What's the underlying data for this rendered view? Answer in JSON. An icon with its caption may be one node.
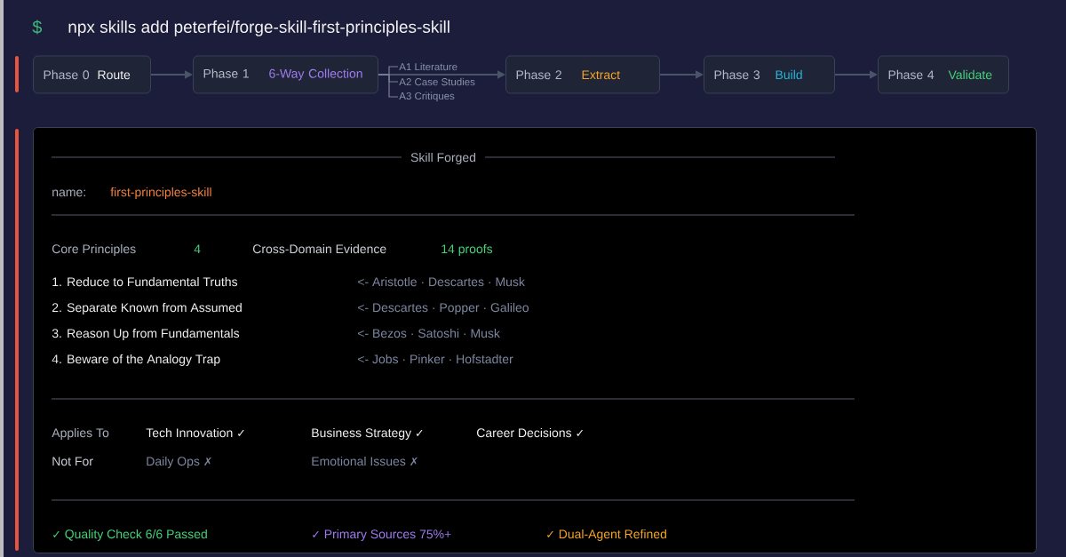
{
  "diagram": {
    "title": "npx skills add peterfei/forge-skill-first-principles-skill",
    "nodes": [
      {
        "text": [
          "Phase 0",
          "Route"
        ]
      },
      {
        "text": [
          "Phase 1",
          "6-Way Collection"
        ]
      },
      {
        "text": [
          "A1 Literature"
        ]
      },
      {
        "text": [
          "A2 Case Studies"
        ]
      },
      {
        "text": [
          "A3 Critiques"
        ]
      },
      {
        "text": [
          "Phase 2",
          "Extract"
        ]
      },
      {
        "text": [
          "Phase 3",
          "Build"
        ]
      },
      {
        "text": [
          "Phase 4",
          "Validate"
        ]
      },
      {
        "text": [
          "Skill Forged"
        ]
      }
    ],
    "edges": [
      {
        "from": 0,
        "to": 1,
        "arrow": "to"
      },
      {
        "from": 1,
        "to": 2,
        "arrow": "none"
      },
      {
        "from": 1,
        "to": 3,
        "arrow": "none"
      },
      {
        "from": 1,
        "to": 4,
        "arrow": "none"
      },
      {
        "from": 1,
        "to": 5,
        "arrow": "to"
      },
      {
        "from": 5,
        "to": 6,
        "arrow": "to"
      },
      {
        "from": 6,
        "to": 7,
        "arrow": "to"
      }
    ],
    "labels": [
      "$",
      "name:",
      "first-principles-skill",
      "Core Principles",
      "4",
      "Cross-Domain Evidence",
      "14 proofs",
      "1. Reduce to Fundamental Truths",
      "<- Aristotle · Descartes · Musk",
      "2. Separate Known from Assumed",
      "<- Descartes · Popper · Galileo",
      "3. Reason Up from Fundamentals",
      "<- Bezos · Satoshi · Musk",
      "4. Beware of the Analogy Trap",
      "<- Jobs · Pinker · Hofstadter",
      "Applies To",
      "Tech Innovation ✓",
      "Business Strategy ✓",
      "Career Decisions ✓",
      "Not For",
      "Daily Ops ✗",
      "Emotional Issues ✗",
      "✓ Quality Check 6/6 Passed",
      "✓ Primary Sources 75%+",
      "✓ Dual-Agent Refined"
    ]
  }
}
